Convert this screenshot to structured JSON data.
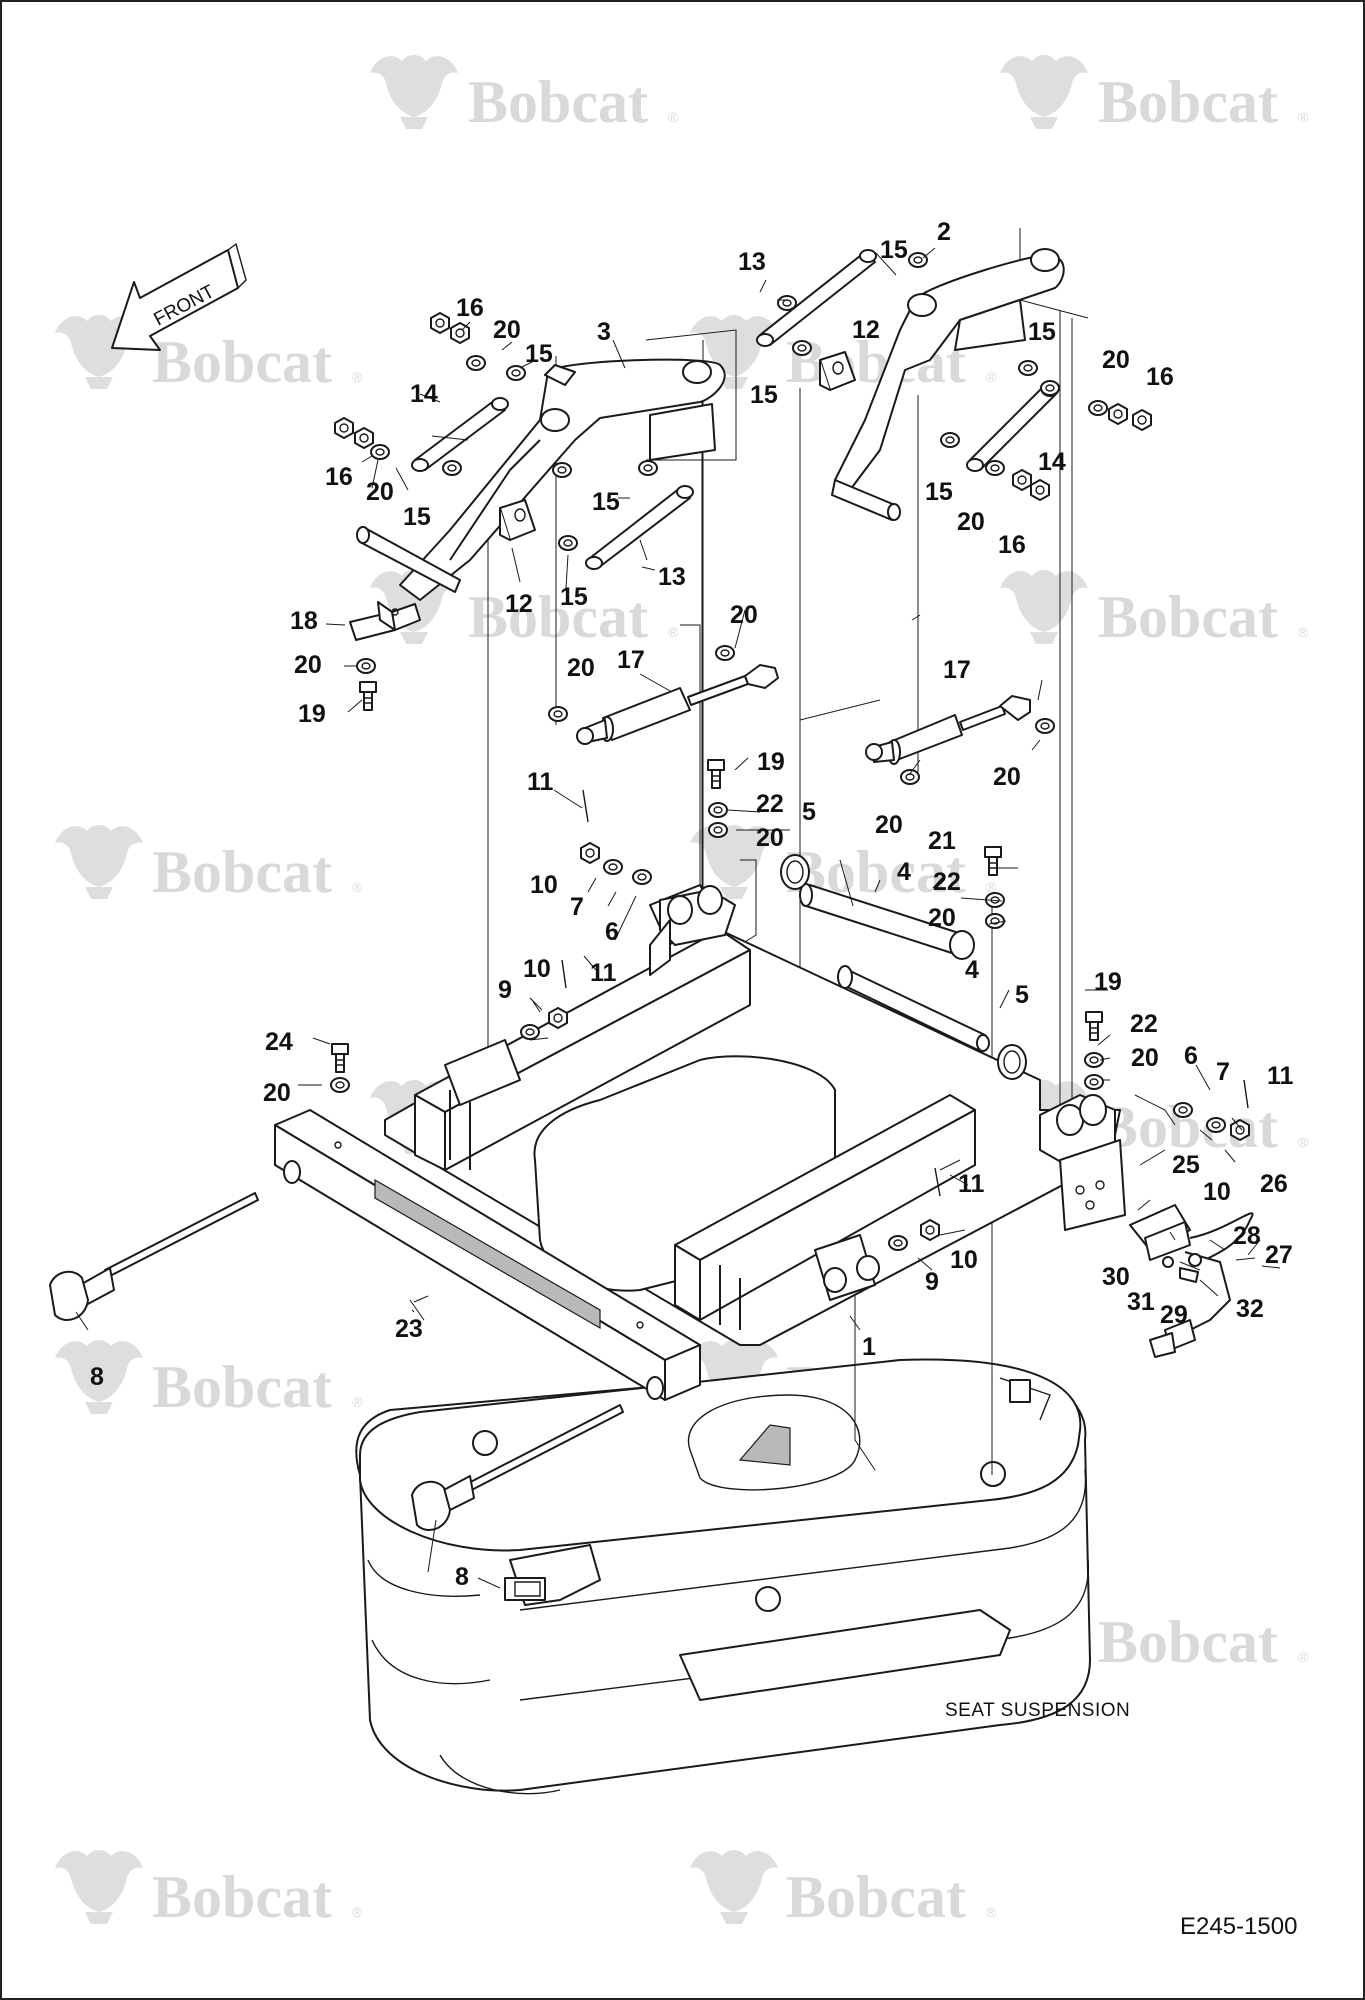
{
  "diagram": {
    "title": "SEAT SUSPENSION",
    "document_id": "E245-1500",
    "orientation_label": "FRONT",
    "watermark_text": "Bobcat",
    "watermark_trademark": "®",
    "callouts": [
      {
        "label": "1"
      },
      {
        "label": "2"
      },
      {
        "label": "3"
      },
      {
        "label": "4"
      },
      {
        "label": "4"
      },
      {
        "label": "5"
      },
      {
        "label": "5"
      },
      {
        "label": "6"
      },
      {
        "label": "6"
      },
      {
        "label": "7"
      },
      {
        "label": "7"
      },
      {
        "label": "8"
      },
      {
        "label": "8"
      },
      {
        "label": "9"
      },
      {
        "label": "9"
      },
      {
        "label": "10"
      },
      {
        "label": "10"
      },
      {
        "label": "10"
      },
      {
        "label": "10"
      },
      {
        "label": "11"
      },
      {
        "label": "11"
      },
      {
        "label": "11"
      },
      {
        "label": "11"
      },
      {
        "label": "12"
      },
      {
        "label": "12"
      },
      {
        "label": "13"
      },
      {
        "label": "13"
      },
      {
        "label": "14"
      },
      {
        "label": "14"
      },
      {
        "label": "15"
      },
      {
        "label": "15"
      },
      {
        "label": "15"
      },
      {
        "label": "15"
      },
      {
        "label": "15"
      },
      {
        "label": "15"
      },
      {
        "label": "15"
      },
      {
        "label": "15"
      },
      {
        "label": "16"
      },
      {
        "label": "16"
      },
      {
        "label": "16"
      },
      {
        "label": "16"
      },
      {
        "label": "17"
      },
      {
        "label": "17"
      },
      {
        "label": "18"
      },
      {
        "label": "19"
      },
      {
        "label": "19"
      },
      {
        "label": "19"
      },
      {
        "label": "20"
      },
      {
        "label": "20"
      },
      {
        "label": "20"
      },
      {
        "label": "20"
      },
      {
        "label": "20"
      },
      {
        "label": "20"
      },
      {
        "label": "20"
      },
      {
        "label": "20"
      },
      {
        "label": "20"
      },
      {
        "label": "20"
      },
      {
        "label": "20"
      },
      {
        "label": "20"
      },
      {
        "label": "20"
      },
      {
        "label": "21"
      },
      {
        "label": "22"
      },
      {
        "label": "22"
      },
      {
        "label": "22"
      },
      {
        "label": "23"
      },
      {
        "label": "24"
      },
      {
        "label": "25"
      },
      {
        "label": "26"
      },
      {
        "label": "27"
      },
      {
        "label": "28"
      },
      {
        "label": "29"
      },
      {
        "label": "30"
      },
      {
        "label": "31"
      },
      {
        "label": "32"
      }
    ]
  }
}
